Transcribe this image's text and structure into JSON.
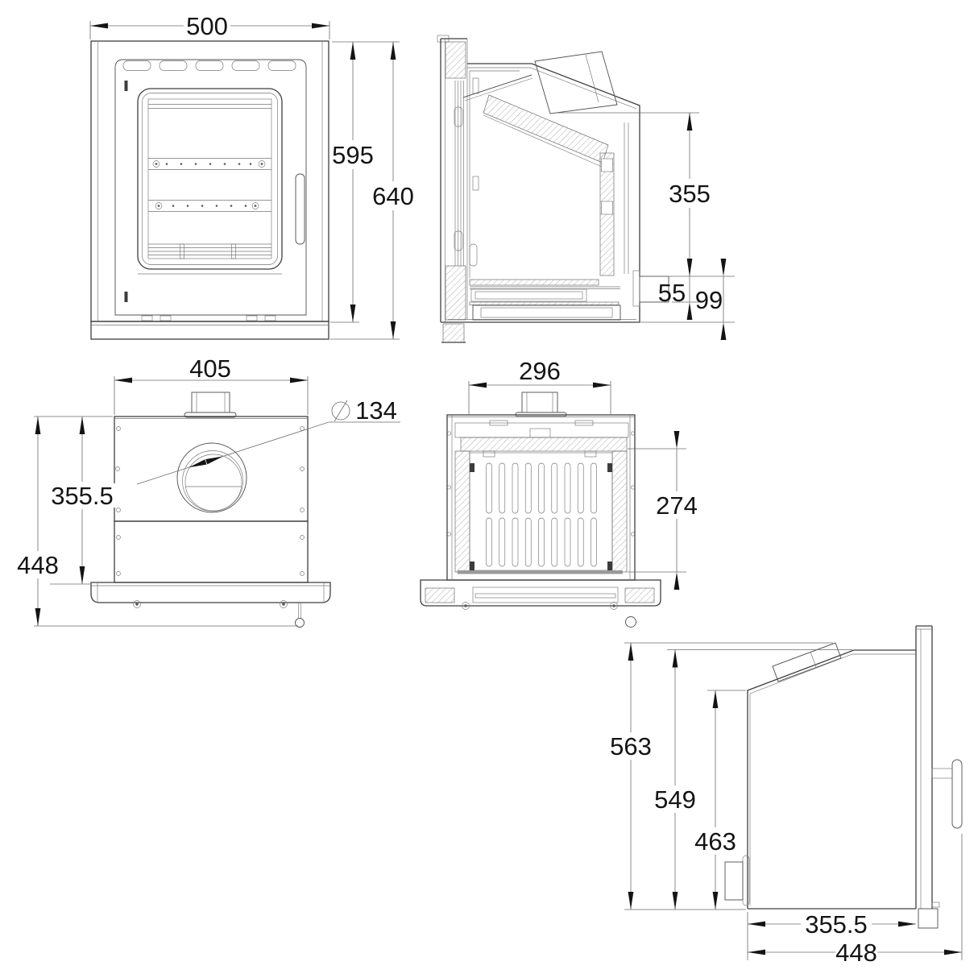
{
  "drawing": {
    "background_color": "#ffffff",
    "line_color": "#3f3f3f",
    "dim_text_color": "#141414",
    "views": {
      "front": {
        "dims": {
          "width": "500",
          "front_plate_height": "595",
          "overall_height": "640"
        }
      },
      "side_section": {
        "dims": {
          "outlet_drop": "355",
          "outlet_height": "55",
          "outlet_base_height": "99"
        }
      },
      "rear": {
        "dims": {
          "width": "405",
          "flue_diameter": "134",
          "body_height": "355.5",
          "overall_height": "448"
        }
      },
      "front_section": {
        "dims": {
          "firebox_width": "296",
          "firebox_height": "274"
        }
      },
      "side": {
        "dims": {
          "flue_top_height": "563",
          "top_height": "549",
          "shoulder_height": "463",
          "body_depth": "355.5",
          "overall_depth": "448"
        }
      }
    }
  }
}
